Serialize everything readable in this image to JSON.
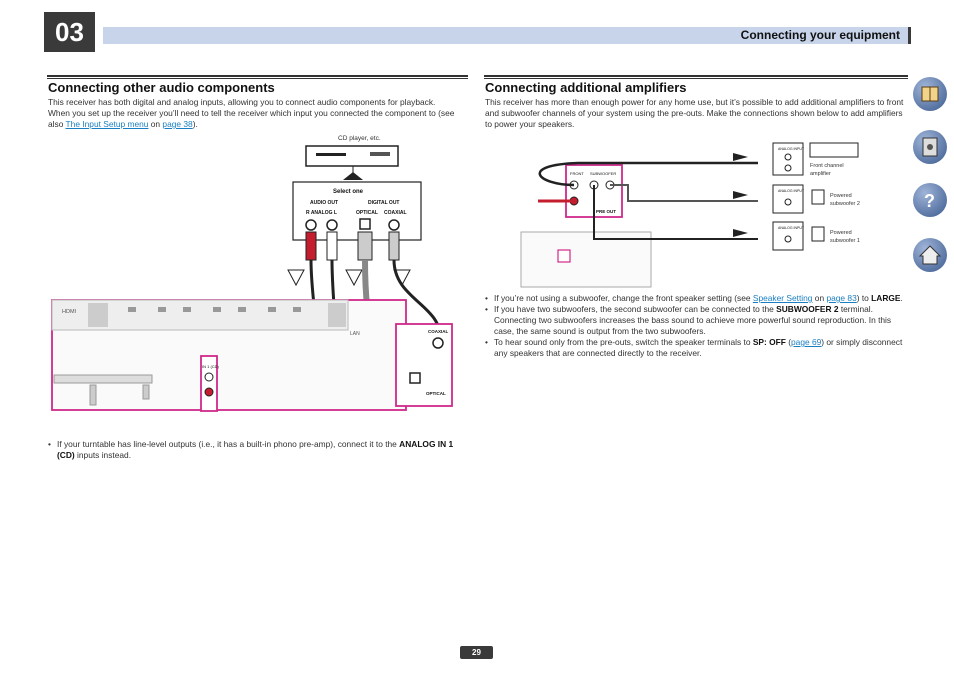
{
  "chapter": "03",
  "header": {
    "title": "Connecting your equipment"
  },
  "left": {
    "heading": "Connecting other audio components",
    "intro_1": "This receiver has both digital and analog inputs, allowing you to connect audio components for playback.",
    "intro_2a": "When you set up the receiver you’ll need to tell the receiver which input you connected the component to (see",
    "intro_2b": "also ",
    "link_input_setup": "The Input Setup menu",
    "intro_on": " on ",
    "link_page": "page 38",
    "intro_end": ").",
    "diagram": {
      "cd_label": "CD player, etc.",
      "select_one": "Select one",
      "audio_out": "AUDIO OUT",
      "r_analog_l": "R    ANALOG    L",
      "digital_out": "DIGITAL OUT",
      "optical": "OPTICAL",
      "coaxial": "COAXIAL",
      "hdmi": "HDMI",
      "lan": "LAN",
      "coaxial_r": "COAXIAL",
      "optical_r": "OPTICAL",
      "in1_cd": "IN 1 (CD)",
      "analog": "ANALOG"
    },
    "bullet": {
      "text_a": "If your turntable has line-level outputs (i.e., it has a built-in phono pre-amp), connect it to the ",
      "bold_a": "ANALOG IN 1",
      "bold_b": "(CD)",
      "text_b": " inputs instead."
    }
  },
  "right": {
    "heading": "Connecting additional amplifiers",
    "intro_1": "This receiver has more than enough power for any home use, but it’s possible to add additional amplifiers to front",
    "intro_2": "and subwoofer channels of your system using the pre-outs. Make the connections shown below to add amplifiers",
    "intro_3": "to power your speakers.",
    "diagram": {
      "front": "FRONT",
      "subwoofer": "SUBWOOFER",
      "pre_out": "PRE OUT",
      "analog_input": "ANALOG INPUT",
      "front_channel_amp_1": "Front channel",
      "front_channel_amp_2": "amplifier",
      "powered_sub2_1": "Powered",
      "powered_sub2_2": "subwoofer 2",
      "powered_sub1_1": "Powered",
      "powered_sub1_2": "subwoofer 1"
    },
    "bullets": [
      {
        "a": "If you’re not using a subwoofer, change the front speaker setting (see ",
        "link": "Speaker Setting",
        "b": " on ",
        "link2": "page 83",
        "c": ") to ",
        "bold": "LARGE",
        "d": "."
      },
      {
        "a": "If you have two subwoofers, the second subwoofer can be connected to the ",
        "bold": "SUBWOOFER 2",
        "b": " terminal.",
        "line2": "Connecting two subwoofers increases the bass sound to achieve more powerful sound reproduction. In this",
        "line3": "case, the same sound is output from the two subwoofers."
      },
      {
        "a": "To hear sound only from the pre-outs, switch the speaker terminals to ",
        "bold": "SP: OFF",
        "b": " (",
        "link": "page 69",
        "c": ") or simply disconnect",
        "line2": "any speakers that are connected directly to the receiver."
      }
    ]
  },
  "page_number": "29",
  "nav": [
    "manual-icon",
    "remote-icon",
    "help-icon",
    "home-icon"
  ],
  "colors": {
    "accent": "#c8d4ea",
    "magenta": "#d0288a",
    "link": "#1a7fc2"
  }
}
